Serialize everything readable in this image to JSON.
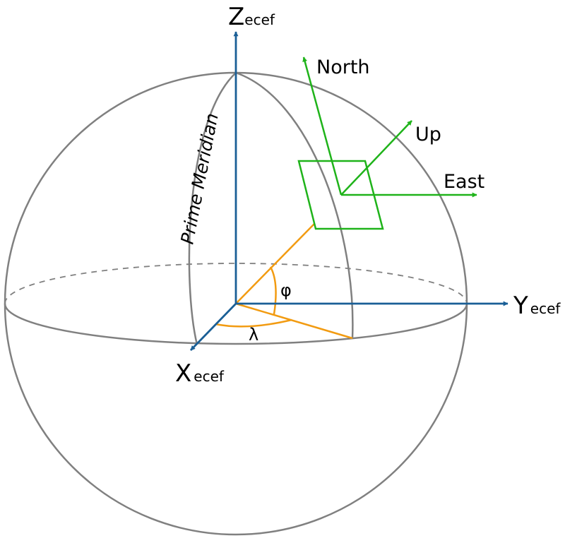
{
  "labels": {
    "z_axis": {
      "main": "Z",
      "sub": "ecef"
    },
    "y_axis": {
      "main": "Y",
      "sub": "ecef"
    },
    "x_axis": {
      "main": "X",
      "sub": "ecef"
    },
    "north": "North",
    "up": "Up",
    "east": "East",
    "latitude": "φ",
    "longitude": "λ",
    "prime_meridian": "Prime Meridian"
  },
  "colors": {
    "axis": "#1a5f96",
    "local_frame": "#1fb31a",
    "angles": "#f29b11",
    "sphere": "#808080"
  }
}
